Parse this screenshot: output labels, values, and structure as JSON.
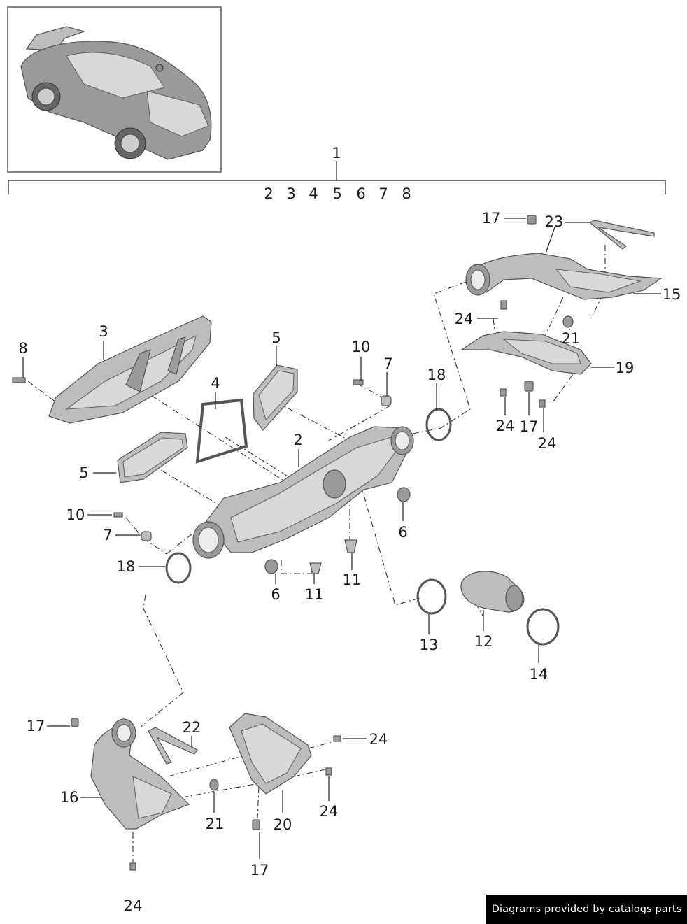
{
  "main_callout": "1",
  "subassembly_numbers": [
    "2",
    "3",
    "4",
    "5",
    "6",
    "7",
    "8"
  ],
  "callouts": {
    "c2": "2",
    "c3": "3",
    "c4": "4",
    "c5a": "5",
    "c5b": "5",
    "c6a": "6",
    "c6b": "6",
    "c7a": "7",
    "c7b": "7",
    "c8": "8",
    "c10a": "10",
    "c10b": "10",
    "c11a": "11",
    "c11b": "11",
    "c12": "12",
    "c13": "13",
    "c14": "14",
    "c15": "15",
    "c16": "16",
    "c17a": "17",
    "c17b": "17",
    "c17c": "17",
    "c17d": "17",
    "c18a": "18",
    "c18b": "18",
    "c19": "19",
    "c20": "20",
    "c21a": "21",
    "c21b": "21",
    "c22": "22",
    "c23": "23",
    "c24a": "24",
    "c24b": "24",
    "c24c": "24",
    "c24d": "24",
    "c24e": "24",
    "c24f": "24"
  },
  "credit": "Diagrams provided by catalogs parts"
}
